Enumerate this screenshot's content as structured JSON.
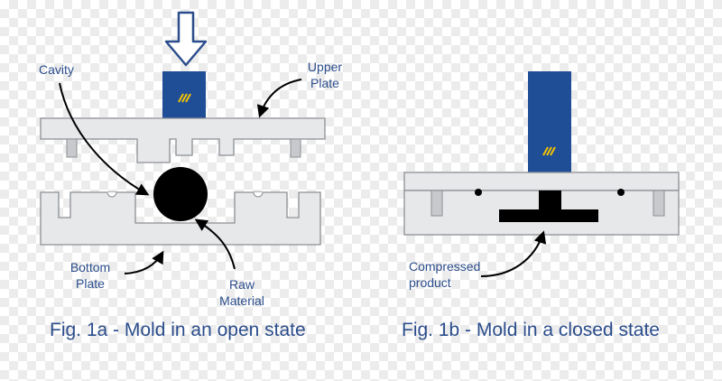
{
  "colors": {
    "plate_fill": "#e6e8ea",
    "plate_stroke": "#8c8f93",
    "pin_fill": "#c7c9cc",
    "ram_fill": "#1f4e96",
    "ram_stripe": "#f2c200",
    "material": "#000000",
    "label": "#2b4d8c",
    "arrow": "#000000"
  },
  "icons": {
    "press_arrow": "down-arrow-outline-icon",
    "ram_mark": "three-stripe-mark-icon"
  },
  "fig1a": {
    "labels": {
      "cavity": "Cavity",
      "upper_plate_line1": "Upper",
      "upper_plate_line2": "Plate",
      "bottom_plate_line1": "Bottom",
      "bottom_plate_line2": "Plate",
      "raw_material_line1": "Raw",
      "raw_material_line2": "Material"
    },
    "caption": "Fig. 1a - Mold in an open state"
  },
  "fig1b": {
    "labels": {
      "compressed_line1": "Compressed",
      "compressed_line2": "product"
    },
    "caption": "Fig. 1b - Mold in a closed state"
  }
}
